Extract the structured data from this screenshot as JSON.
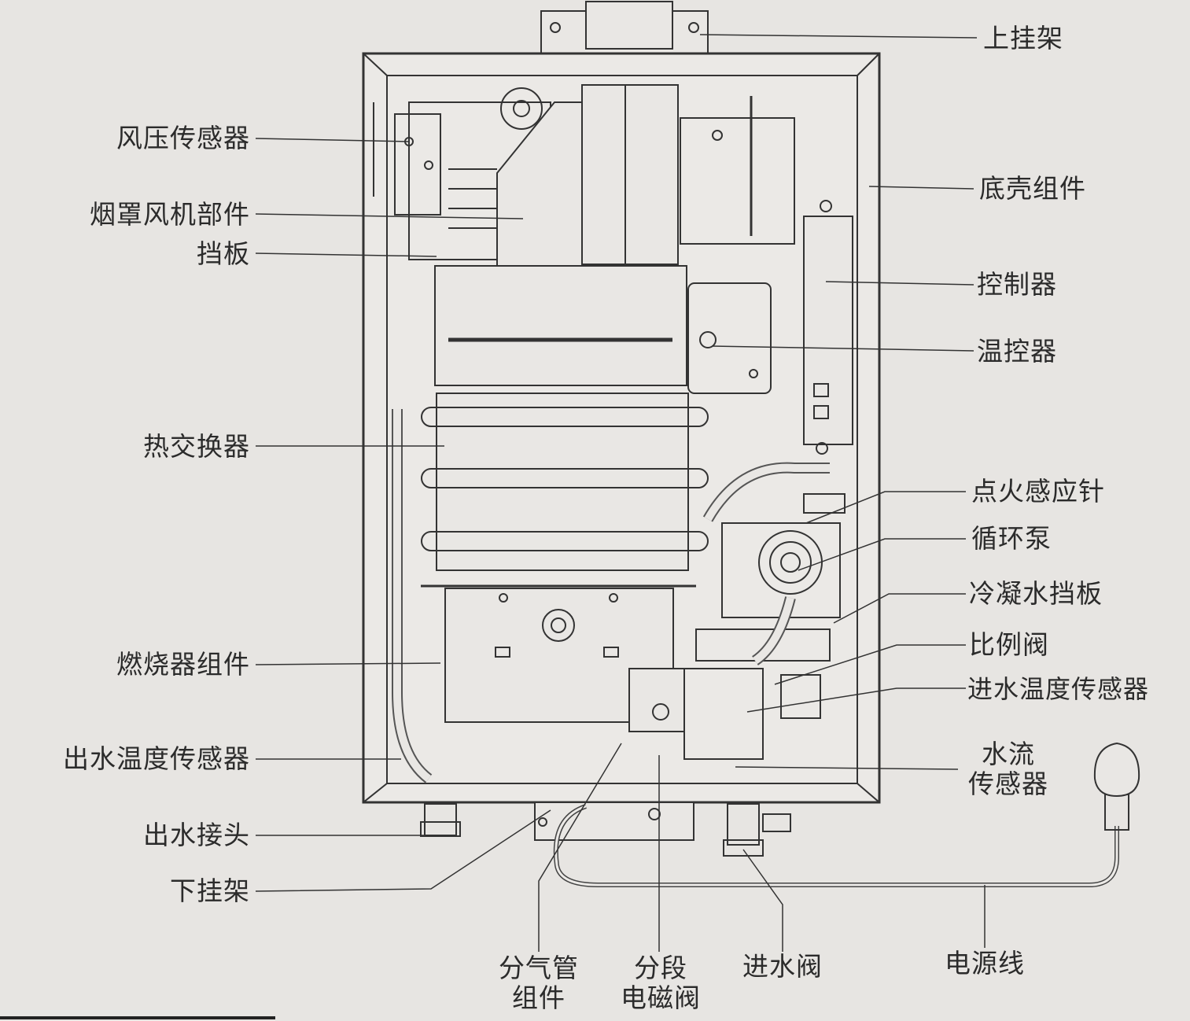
{
  "labels_left": [
    "风压传感器",
    "烟罩风机部件",
    "挡板",
    "热交换器",
    "燃烧器组件",
    "出水温度传感器",
    "出水接头",
    "下挂架"
  ],
  "labels_right": [
    "上挂架",
    "底壳组件",
    "控制器",
    "温控器",
    "点火感应针",
    "循环泵",
    "冷凝水挡板",
    "比例阀",
    "进水温度传感器"
  ],
  "label_water_flow": {
    "line1": "水流",
    "line2": "传感器"
  },
  "labels_bottom": [
    {
      "line1": "分气管",
      "line2": "组件"
    },
    {
      "line1": "分段",
      "line2": "电磁阀"
    },
    {
      "line1": "进水阀",
      "line2": ""
    },
    {
      "line1": "电源线",
      "line2": ""
    }
  ]
}
